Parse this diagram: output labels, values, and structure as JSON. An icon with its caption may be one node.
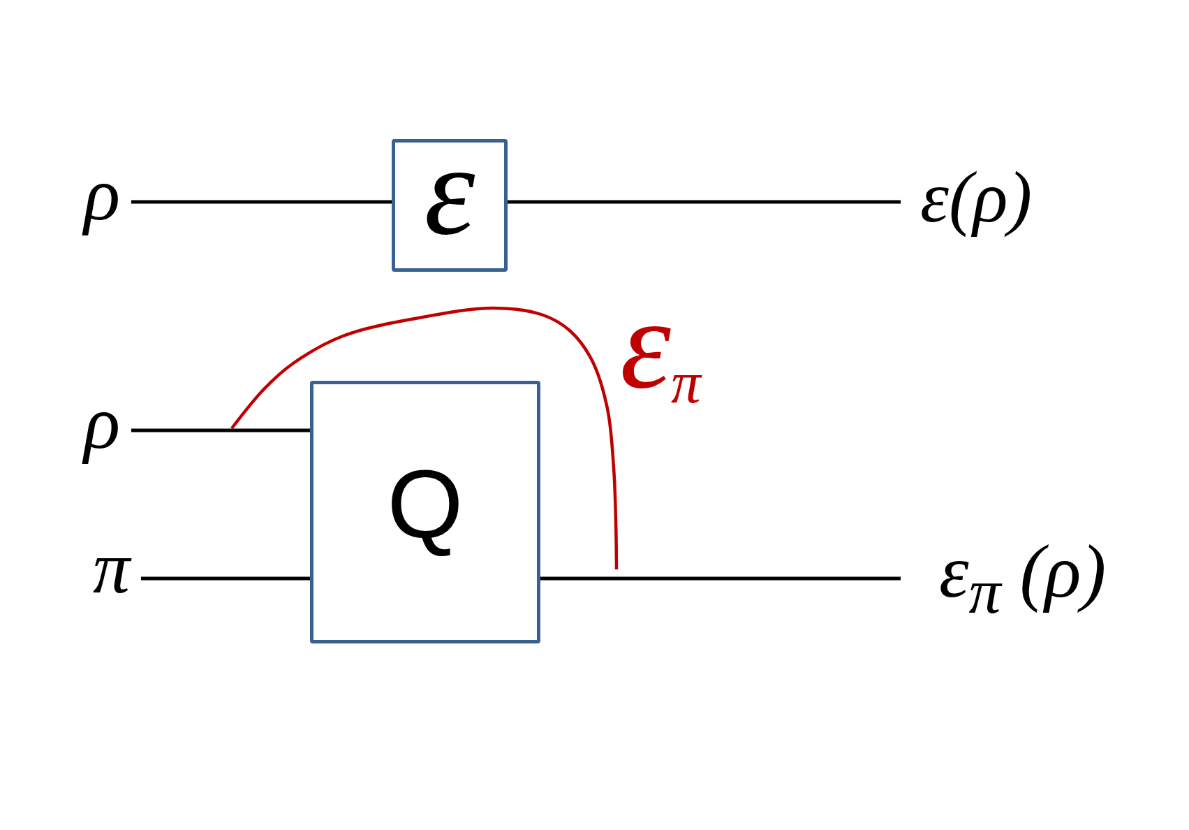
{
  "diagram": {
    "nodes": [
      {
        "text": [
          "ρ"
        ]
      },
      {
        "text": [
          "ε"
        ]
      },
      {
        "text": [
          "ε(ρ)"
        ]
      },
      {
        "text": [
          "ρ"
        ]
      },
      {
        "text": [
          "Q"
        ]
      },
      {
        "text": [
          "π"
        ]
      },
      {
        "text": [
          "ε$_{π}$ (ρ)"
        ]
      }
    ],
    "edges": [
      {
        "from": 0,
        "to": 1,
        "arrow": "none"
      },
      {
        "from": 1,
        "to": 2,
        "arrow": "none"
      },
      {
        "from": 3,
        "to": 4,
        "arrow": "none"
      },
      {
        "from": 5,
        "to": 4,
        "arrow": "none"
      },
      {
        "from": 4,
        "to": 6,
        "arrow": "none"
      }
    ],
    "labels": [
      "ε$_{π}$"
    ]
  }
}
